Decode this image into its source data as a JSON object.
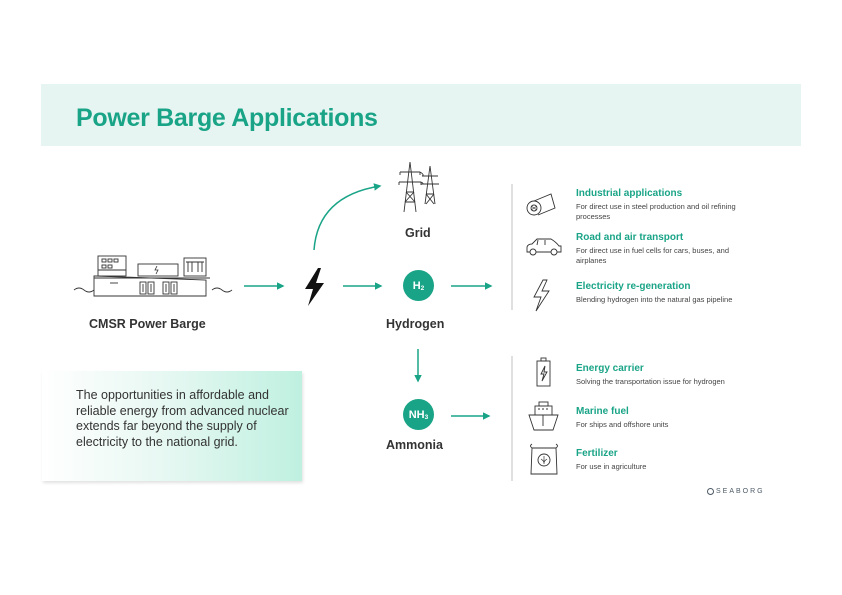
{
  "title": "Power Barge Applications",
  "nodes": {
    "barge": "CMSR Power Barge",
    "grid": "Grid",
    "hydrogen": "Hydrogen",
    "ammonia": "Ammonia",
    "h2_symbol": "H",
    "h2_sub": "2",
    "nh3_symbol": "NH",
    "nh3_sub": "3"
  },
  "quote": "The opportunities in affordable and reliable energy from advanced nuclear extends far beyond the supply of electricity to the national grid.",
  "hydrogen_applications": [
    {
      "title": "Industrial applications",
      "desc": "For direct use in steel production and oil refining processes",
      "icon": "steel-roll-icon"
    },
    {
      "title": "Road and air transport",
      "desc": "For direct use in fuel cells for cars, buses, and airplanes",
      "icon": "car-icon"
    },
    {
      "title": "Electricity re-generation",
      "desc": "Blending hydrogen into the natural gas pipeline",
      "icon": "lightning-icon"
    }
  ],
  "ammonia_applications": [
    {
      "title": "Energy carrier",
      "desc": "Solving the transportation issue for hydrogen",
      "icon": "battery-icon"
    },
    {
      "title": "Marine fuel",
      "desc": "For ships and offshore units",
      "icon": "ship-icon"
    },
    {
      "title": "Fertilizer",
      "desc": "For use in agriculture",
      "icon": "fertilizer-bag-icon"
    }
  ],
  "logo": "SEABORG",
  "colors": {
    "accent": "#1aa487",
    "band": "#e6f5f1"
  }
}
